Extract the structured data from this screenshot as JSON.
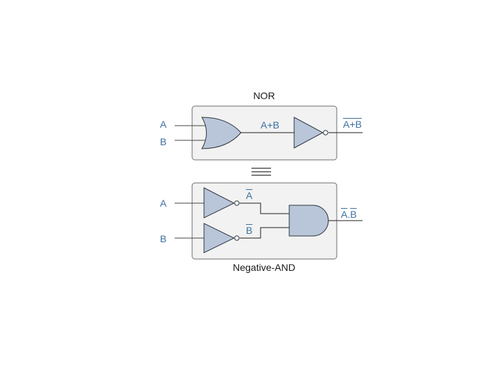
{
  "nor_section": {
    "title": "NOR",
    "input_a": "A",
    "input_b": "B",
    "or_output": "A+B",
    "output": "A+B"
  },
  "equivalence_symbol": "≡",
  "negative_and_section": {
    "title": "Negative-AND",
    "input_a": "A",
    "input_b": "B",
    "not_a": "A",
    "not_b": "B",
    "output_a": "A",
    "output_sep": ".",
    "output_b": "B"
  },
  "colors": {
    "gate_fill": "#b9c6d9",
    "box_fill": "#f2f2f2",
    "label_color": "#3d6e9e"
  }
}
